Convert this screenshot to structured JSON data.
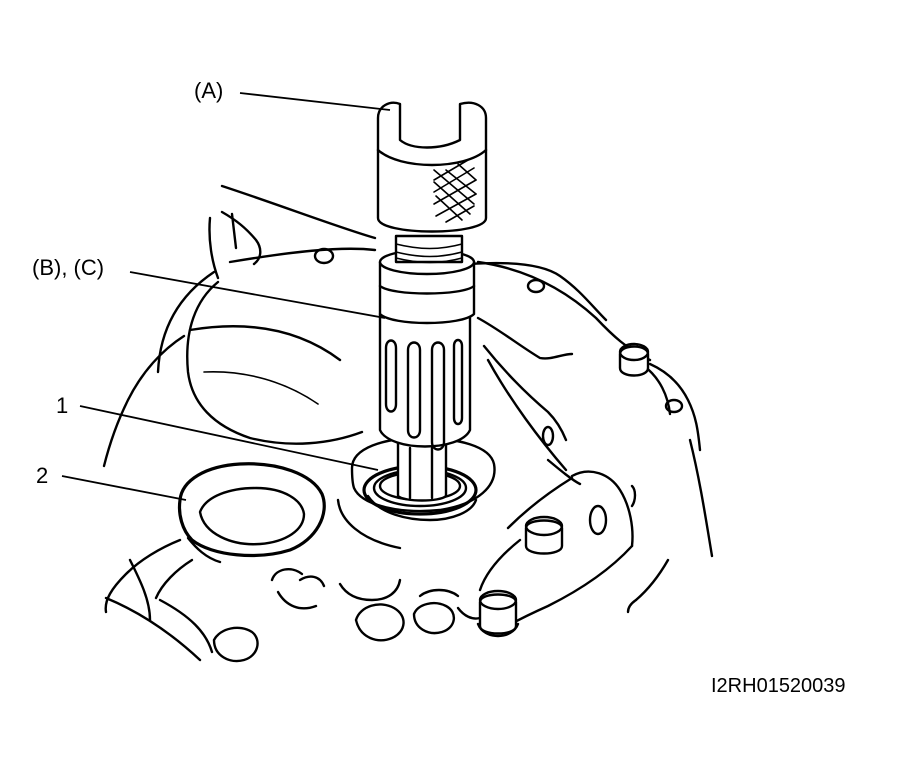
{
  "labels": {
    "tool_a": "(A)",
    "tool_bc": "(B), (C)",
    "part_1": "1",
    "part_2": "2"
  },
  "figure_id": "I2RH01520039"
}
